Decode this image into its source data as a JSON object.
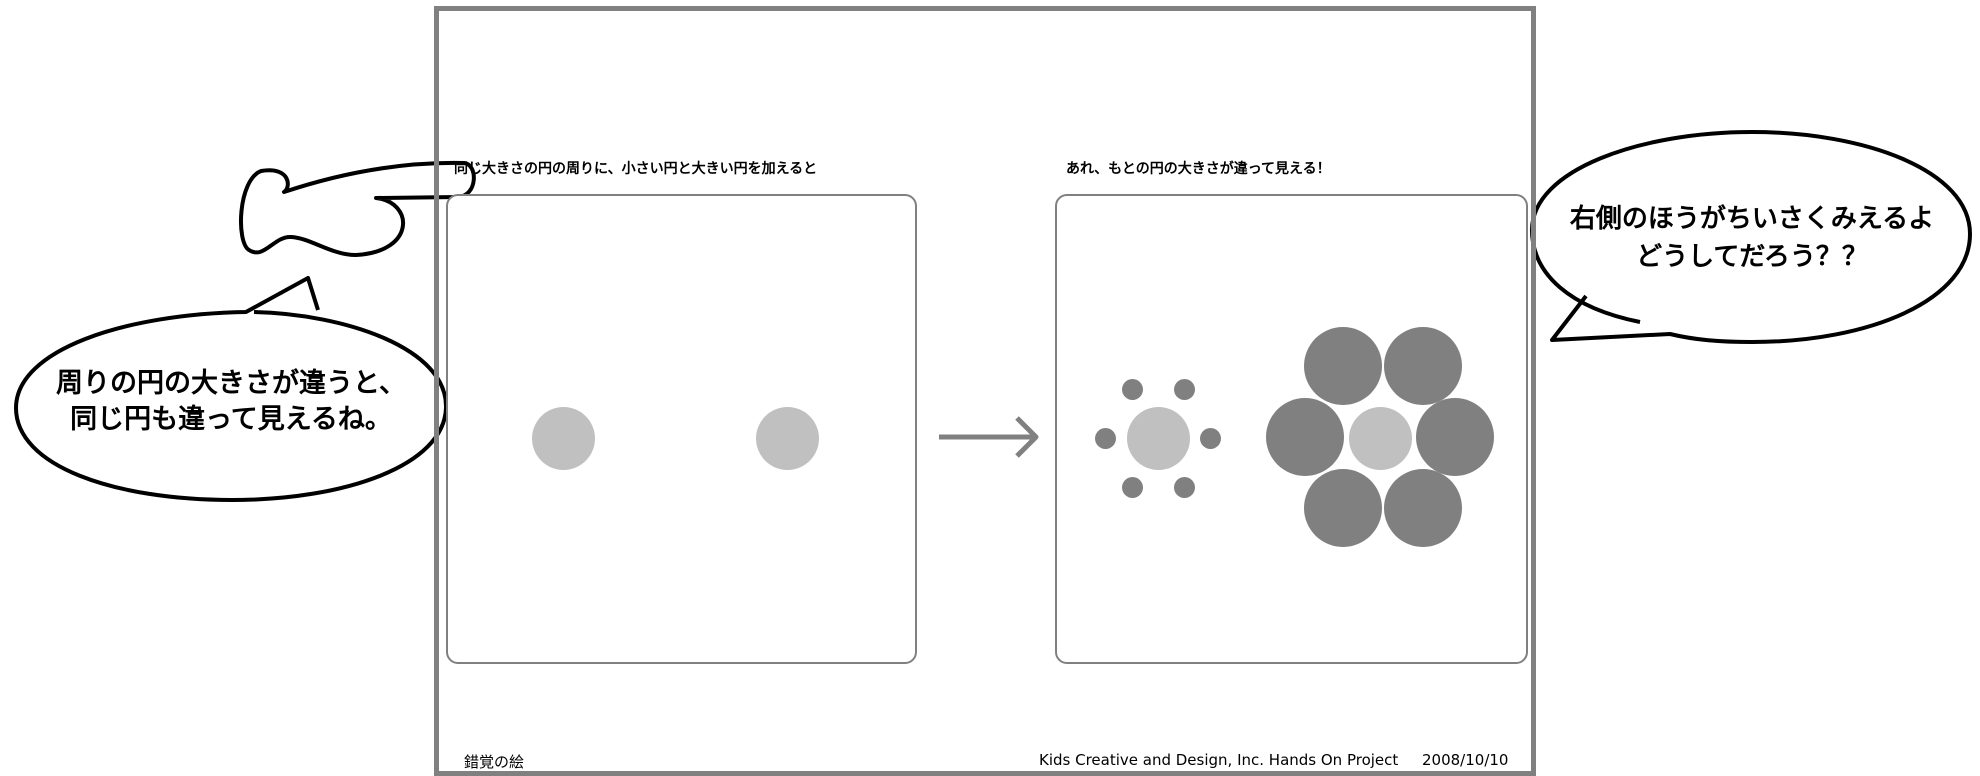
{
  "slide": {
    "left_caption": "同じ大きさの円の周りに、小さい円と大きい円を加えると",
    "right_caption": "あれ、もとの円の大きさが違って見える！",
    "footer_left": "錯覚の絵",
    "footer_credit": "Kids Creative and Design, Inc. Hands On Project",
    "footer_date": "2008/10/10"
  },
  "bubbles": {
    "left": {
      "line1": "周りの円の大きさが違うと、",
      "line2": "同じ円も違って見えるね。"
    },
    "right": {
      "line1": "右側のほうがちいさくみえるよ",
      "line2": "どうしてだろう？？"
    }
  },
  "colors": {
    "center_circle": "#c0c0c0",
    "surround_circle": "#808080",
    "frame": "#808080"
  },
  "icons": {
    "arrow": "right-arrow-icon",
    "hand": "pointing-hand-icon"
  }
}
